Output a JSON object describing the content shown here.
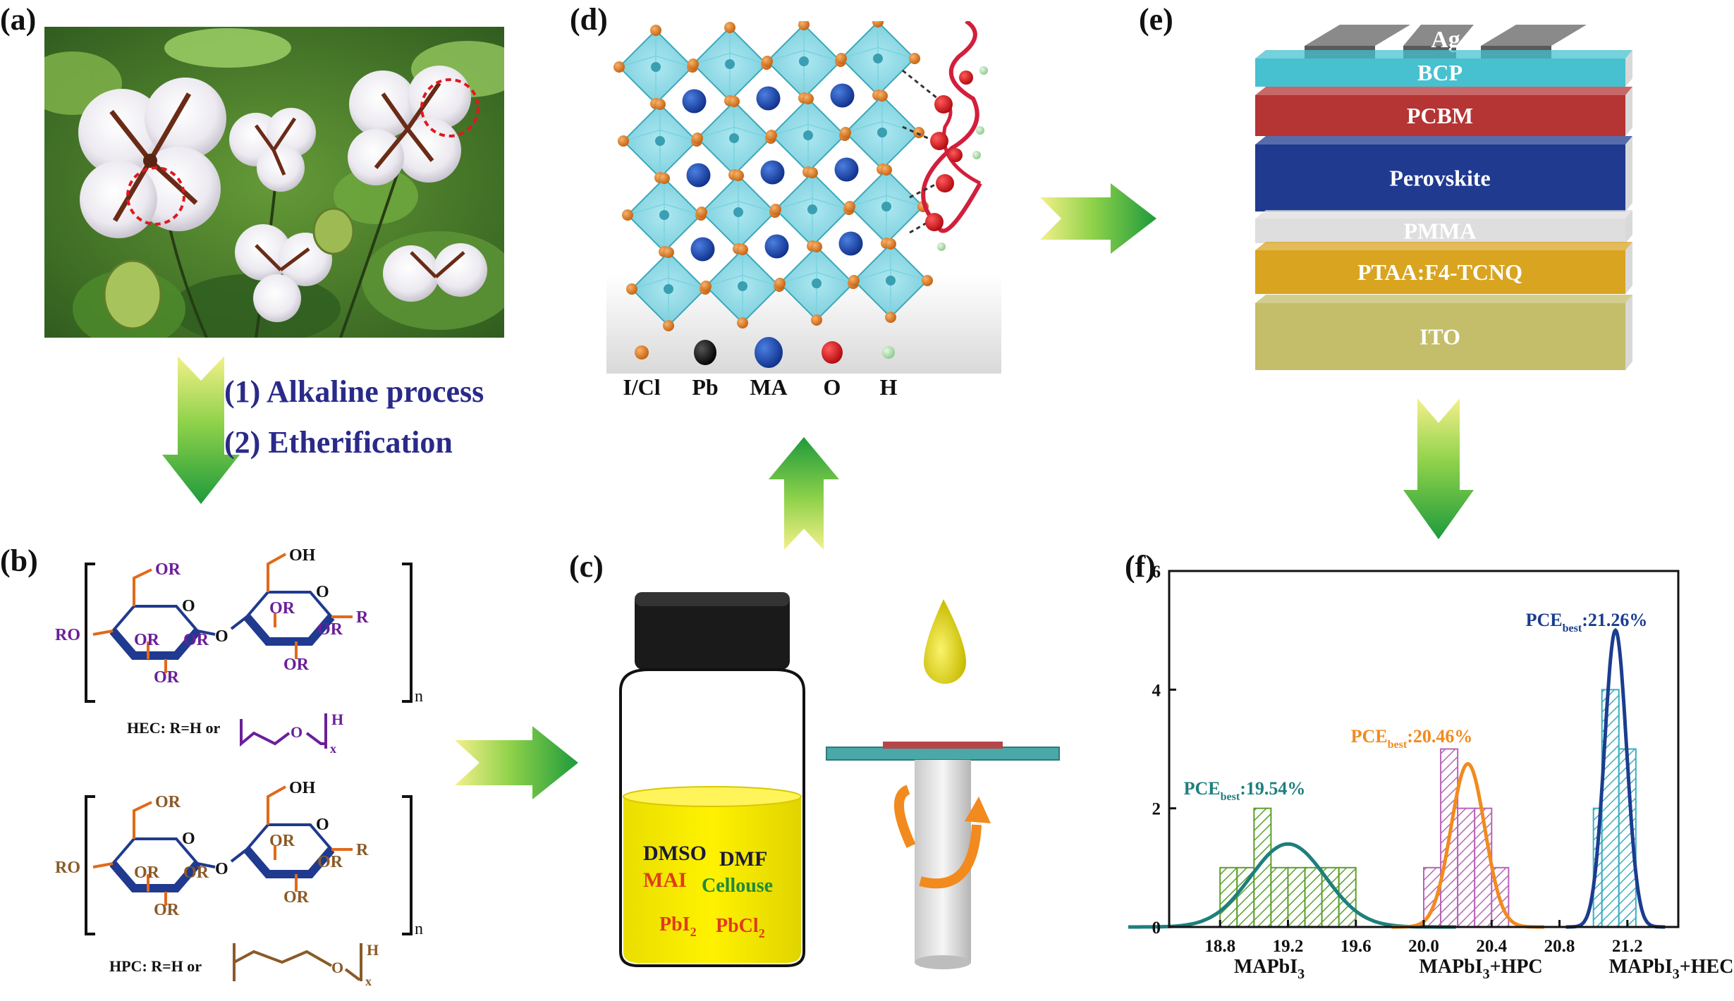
{
  "panels": {
    "a": "(a)",
    "b": "(b)",
    "c": "(c)",
    "d": "(d)",
    "e": "(e)",
    "f": "(f)"
  },
  "process_steps": [
    "(1) Alkaline process",
    "(2) Etherification"
  ],
  "structures": {
    "hec": {
      "groups": {
        "or": "OR",
        "oh": "OH",
        "ro": "RO",
        "r": "R",
        "o": "O",
        "n": "n",
        "h": "H",
        "x": "x"
      },
      "label": "HEC: R=H or"
    },
    "hpc": {
      "groups": {
        "or": "OR",
        "oh": "OH",
        "ro": "RO",
        "r": "R",
        "o": "O",
        "n": "n",
        "h": "H",
        "x": "x"
      },
      "label": "HPC: R=H or"
    }
  },
  "solution": {
    "solvents": [
      "DMSO",
      "DMF"
    ],
    "solutes": [
      "MAI",
      "Cellouse"
    ],
    "salts": [
      "PbI",
      "PbCl"
    ],
    "subscript": "2"
  },
  "crystal_legend": [
    {
      "label": "I/Cl",
      "color": "#d9731a"
    },
    {
      "label": "Pb",
      "color": "#111111"
    },
    {
      "label": "MA",
      "color": "#1f4fb5"
    },
    {
      "label": "O",
      "color": "#d8191f"
    },
    {
      "label": "H",
      "color": "#a8dba8"
    }
  ],
  "device_layers": [
    {
      "label": "Ag",
      "color": "#6e6e6e"
    },
    {
      "label": "BCP",
      "color": "#47c1cf"
    },
    {
      "label": "PCBM",
      "color": "#b53434"
    },
    {
      "label": "Perovskite",
      "color": "#1f3a8f"
    },
    {
      "label": "PMMA",
      "color": "#dedede"
    },
    {
      "label": "PTAA:F4-TCNQ",
      "color": "#d9a420"
    },
    {
      "label": "ITO",
      "color": "#c4bd6a"
    }
  ],
  "chart_data": {
    "type": "histogram",
    "xlim": [
      18.5,
      21.5
    ],
    "ylim": [
      0,
      6
    ],
    "xticks": [
      "18.8",
      "19.2",
      "19.6",
      "20.0",
      "20.4",
      "20.8",
      "21.2"
    ],
    "xtick_values": [
      18.8,
      19.2,
      19.6,
      20.0,
      20.4,
      20.8,
      21.2
    ],
    "yticks": [
      "0",
      "2",
      "4",
      "6"
    ],
    "ytick_values": [
      0,
      2,
      4,
      6
    ],
    "xlabel": "",
    "ylabel": "",
    "series": [
      {
        "group_label": "MAPbI",
        "group_sub": "3",
        "group_suffix": "",
        "color": "#5aa02c",
        "fit_color": "#1e7f7c",
        "bins": [
          [
            18.8,
            18.9,
            1
          ],
          [
            18.9,
            19.0,
            1
          ],
          [
            19.0,
            19.1,
            2
          ],
          [
            19.1,
            19.2,
            1
          ],
          [
            19.2,
            19.3,
            1
          ],
          [
            19.3,
            19.4,
            1
          ],
          [
            19.4,
            19.5,
            1
          ],
          [
            19.5,
            19.6,
            1
          ]
        ],
        "fit": {
          "mu": 19.2,
          "sigma": 0.22,
          "peak": 1.4
        },
        "annotation": {
          "prefix": "PCE",
          "sub": "best",
          "value": ":19.54%"
        }
      },
      {
        "group_label": "MAPbI",
        "group_sub": "3",
        "group_suffix": "+HPC",
        "color": "#b864b8",
        "fit_color": "#f28a1e",
        "bins": [
          [
            20.0,
            20.1,
            1
          ],
          [
            20.1,
            20.2,
            3
          ],
          [
            20.2,
            20.3,
            2
          ],
          [
            20.3,
            20.4,
            2
          ],
          [
            20.4,
            20.5,
            1
          ]
        ],
        "fit": {
          "mu": 20.26,
          "sigma": 0.1,
          "peak": 2.75
        },
        "annotation": {
          "prefix": "PCE",
          "sub": "best",
          "value": ":20.46%"
        }
      },
      {
        "group_label": "MAPbI",
        "group_sub": "3",
        "group_suffix": "+HEC",
        "color": "#3aaec0",
        "fit_color": "#1b3d8f",
        "bins": [
          [
            21.0,
            21.05,
            2
          ],
          [
            21.05,
            21.15,
            4
          ],
          [
            21.15,
            21.25,
            3
          ]
        ],
        "fit": {
          "mu": 21.13,
          "sigma": 0.065,
          "peak": 5.0
        },
        "annotation": {
          "prefix": "PCE",
          "sub": "best",
          "value": ":21.26%"
        }
      }
    ]
  }
}
